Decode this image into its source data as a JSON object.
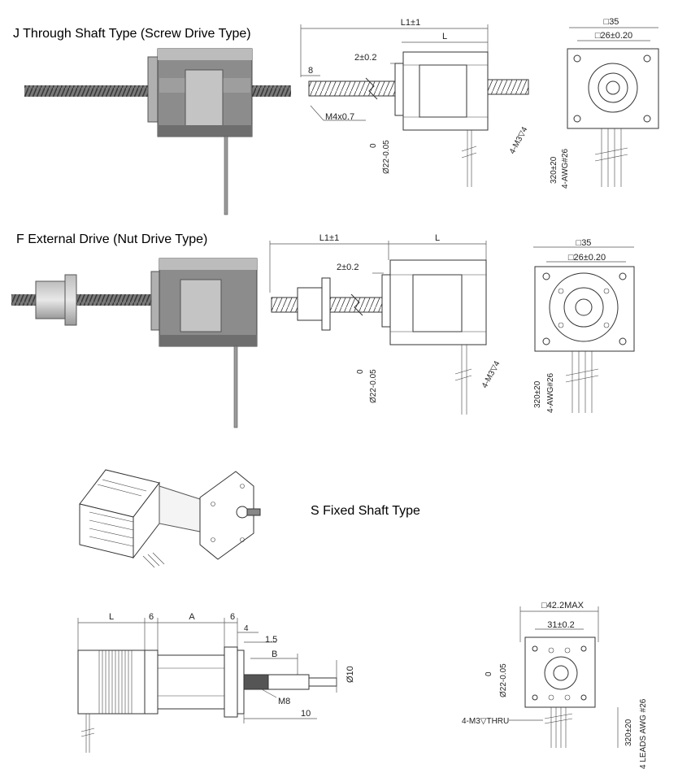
{
  "titles": {
    "j": "J Through Shaft Type (Screw Drive Type)",
    "f": "F External Drive (Nut Drive Type)",
    "s": "S Fixed Shaft Type"
  },
  "j_side": {
    "total_length": "L1±1",
    "length": "L",
    "end_offset": "8",
    "flange_thickness": "2±0.2",
    "thread": "M4x0.7",
    "boss_tol_upper": "0",
    "boss_diameter": "Ø22-0.05"
  },
  "j_front": {
    "outer_square": "□35",
    "hole_square": "□26±0.20",
    "holes": "4-M3▽4",
    "lead_length": "320±20",
    "lead_gauge": "4-AWG#26"
  },
  "f_side": {
    "total_length": "L1±1",
    "length": "L",
    "flange_thickness": "2±0.2",
    "boss_tol_upper": "0",
    "boss_diameter": "Ø22-0.05"
  },
  "f_front": {
    "outer_square": "□35",
    "hole_square": "□26±0.20",
    "holes": "4-M3▽4",
    "lead_length": "320±20",
    "lead_gauge": "4-AWG#26"
  },
  "s_side": {
    "length": "L",
    "gap1": "6",
    "spacer": "A",
    "gap2": "6",
    "plate": "4",
    "step": "1.5",
    "thread_length": "B",
    "shaft_diameter": "Ø10",
    "thread": "M8",
    "end_length": "10"
  },
  "s_front": {
    "outer_square": "□42.2MAX",
    "hole_spacing": "31±0.2",
    "boss_tol_upper": "0",
    "boss_diameter": "Ø22-0.05",
    "holes": "4-M3▽THRU",
    "lead_length": "320±20",
    "lead_label": "4 LEADS AWG #26"
  },
  "colors": {
    "body_dark": "#8c8c8c",
    "body_light": "#c4c4c4",
    "screw": "#6e6e6e",
    "line": "#333333"
  }
}
